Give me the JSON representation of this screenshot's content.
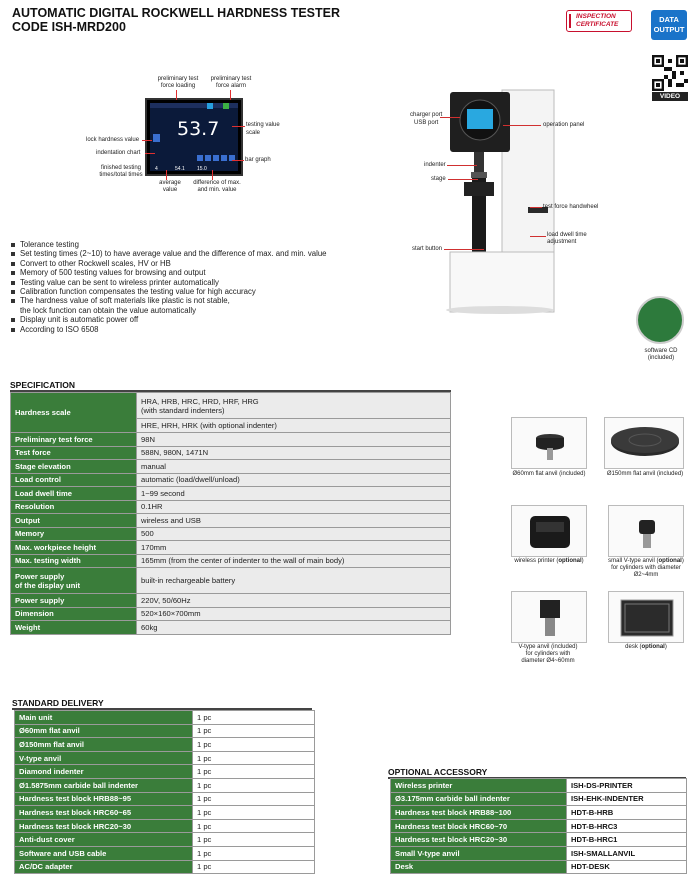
{
  "header": {
    "title_line1": "AUTOMATIC DIGITAL ROCKWELL HARDNESS TESTER",
    "title_line2": "CODE ISH-MRD200",
    "inspection_badge_line1": "INSPECTION",
    "inspection_badge_line2": "CERTIFICATE",
    "data_badge_line1": "DATA",
    "data_badge_line2": "OUTPUT",
    "video_label": "VIDEO"
  },
  "display": {
    "value": "53.7",
    "avg_value": "54.1",
    "diff_value": "15.0",
    "count": "4",
    "annotations": {
      "preliminary_test_force_loading": "preliminary test force loading",
      "preliminary_test_force_alarm": "preliminary test force alarm",
      "testing_value": "testing value",
      "scale": "scale",
      "lock_hardness_value": "lock hardness value",
      "indentation_chart": "indentation chart",
      "bar_graph": "bar graph",
      "finished_testing_times": "finished testing times/total times",
      "average_value": "average value",
      "difference": "difference of max. and min. value"
    }
  },
  "features": [
    "Tolerance testing",
    "Set testing times (2~10) to have average value and the difference of max. and min. value",
    "Convert to other Rockwell scales, HV or HB",
    "Memory of 500 testing values for browsing and output",
    "Testing value can be sent to wireless printer automatically",
    "Calibration function compensates the testing value for high accuracy",
    "The hardness value of soft materials like plastic is not stable,",
    "the lock function can obtain the value automatically",
    "Display unit is automatic power off",
    "According to ISO 6508"
  ],
  "machine": {
    "charger_port": "charger port",
    "usb_port": "USB port",
    "operation_panel": "operation panel",
    "indenter": "indenter",
    "stage": "stage",
    "handwheel": "test force handwheel",
    "dwell_adjust_1": "load dwell time",
    "dwell_adjust_2": "adjustment",
    "start_button": "start button",
    "cd_line1": "software CD",
    "cd_line2": "(included)"
  },
  "spec": {
    "heading": "SPECIFICATION",
    "hardness_scale_label": "Hardness scale",
    "hardness_scale_v1a": "HRA, HRB, HRC, HRD, HRF, HRG",
    "hardness_scale_v1b": "(with standard indenters)",
    "hardness_scale_v2": "HRE, HRH, HRK (with optional indenter)",
    "rows": [
      {
        "k": "Preliminary test force",
        "v": "98N"
      },
      {
        "k": "Test force",
        "v": "588N, 980N, 1471N"
      },
      {
        "k": "Stage elevation",
        "v": "manual"
      },
      {
        "k": "Load control",
        "v": "automatic (load/dwell/unload)"
      },
      {
        "k": "Load dwell time",
        "v": "1~99 second"
      },
      {
        "k": "Resolution",
        "v": "0.1HR"
      },
      {
        "k": "Output",
        "v": "wireless and USB"
      },
      {
        "k": "Memory",
        "v": "500"
      },
      {
        "k": "Max. workpiece height",
        "v": "170mm"
      },
      {
        "k": "Max. testing width",
        "v": "165mm (from the center of indenter to the wall of main body)"
      }
    ],
    "power_display_k1": "Power supply",
    "power_display_k2": "of the display unit",
    "power_display_v": "built-in rechargeable battery",
    "rows2": [
      {
        "k": "Power supply",
        "v": "220V, 50/60Hz"
      },
      {
        "k": "Dimension",
        "v": "520×160×700mm"
      },
      {
        "k": "Weight",
        "v": "60kg"
      }
    ]
  },
  "accessories_images": {
    "a1": "Ø60mm flat anvil (included)",
    "a2": "Ø150mm flat anvil (included)",
    "a3_pre": "wireless printer (",
    "a3_b": "optional",
    "a3_post": ")",
    "a4_pre": "small V-type anvil (",
    "a4_b": "optional",
    "a4_post": ")",
    "a4_line2": "for cylinders with diameter",
    "a4_line3": "Ø2~4mm",
    "a5_line1": "V-type anvil (included)",
    "a5_line2": "for cylinders with",
    "a5_line3": "diameter Ø4~60mm",
    "a6_pre": "desk (",
    "a6_b": "optional",
    "a6_post": ")"
  },
  "delivery": {
    "heading": "STANDARD DELIVERY",
    "rows": [
      {
        "k": "Main unit",
        "v": "1 pc"
      },
      {
        "k": "Ø60mm flat anvil",
        "v": "1 pc"
      },
      {
        "k": "Ø150mm flat anvil",
        "v": "1 pc"
      },
      {
        "k": "V-type anvil",
        "v": "1 pc"
      },
      {
        "k": "Diamond indenter",
        "v": "1 pc"
      },
      {
        "k": "Ø1.5875mm carbide ball indenter",
        "v": "1 pc"
      },
      {
        "k": "Hardness test block HRB88~95",
        "v": "1 pc"
      },
      {
        "k": "Hardness test block HRC60~65",
        "v": "1 pc"
      },
      {
        "k": "Hardness test block HRC20~30",
        "v": "1 pc"
      },
      {
        "k": "Anti-dust cover",
        "v": "1 pc"
      },
      {
        "k": "Software and USB cable",
        "v": "1 pc"
      },
      {
        "k": "AC/DC adapter",
        "v": "1 pc"
      }
    ]
  },
  "optional": {
    "heading": "OPTIONAL ACCESSORY",
    "rows": [
      {
        "k": "Wireless printer",
        "v": "ISH-DS-PRINTER"
      },
      {
        "k": "Ø3.175mm carbide ball indenter",
        "v": "ISH-EHK-INDENTER"
      },
      {
        "k": "Hardness test block HRB88~100",
        "v": "HDT-B-HRB"
      },
      {
        "k": "Hardness test block HRC60~70",
        "v": "HDT-B-HRC3"
      },
      {
        "k": "Hardness test block HRC20~30",
        "v": "HDT-B-HRC1"
      },
      {
        "k": "Small V-type anvil",
        "v": "ISH-SMALLANVIL"
      },
      {
        "k": "Desk",
        "v": "HDT-DESK"
      }
    ]
  }
}
